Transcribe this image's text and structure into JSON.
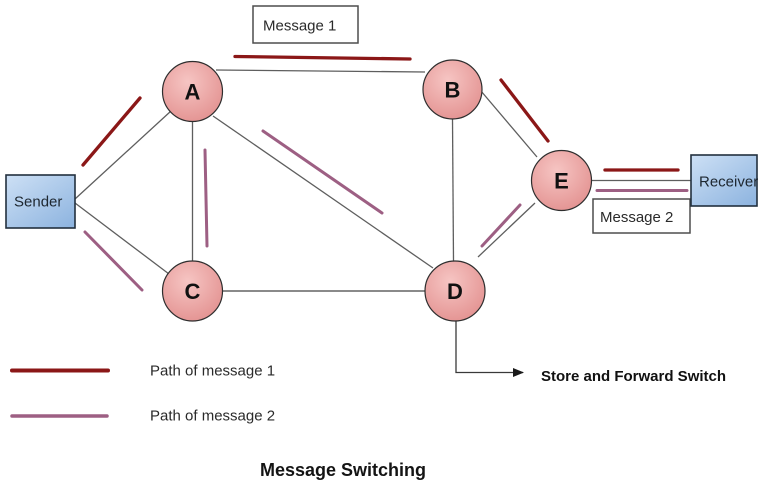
{
  "diagram": {
    "title": "Message Switching",
    "sender": {
      "label": "Sender"
    },
    "receiver": {
      "label": "Receiver"
    },
    "message_labels": {
      "message1": "Message 1",
      "message2": "Message 2"
    },
    "nodes": [
      {
        "id": "A",
        "label": "A"
      },
      {
        "id": "B",
        "label": "B"
      },
      {
        "id": "C",
        "label": "C"
      },
      {
        "id": "D",
        "label": "D"
      },
      {
        "id": "E",
        "label": "E"
      }
    ],
    "edges": [
      {
        "from": "Sender",
        "to": "A"
      },
      {
        "from": "Sender",
        "to": "C"
      },
      {
        "from": "A",
        "to": "B"
      },
      {
        "from": "A",
        "to": "C"
      },
      {
        "from": "A",
        "to": "D"
      },
      {
        "from": "B",
        "to": "D"
      },
      {
        "from": "B",
        "to": "E"
      },
      {
        "from": "C",
        "to": "D"
      },
      {
        "from": "D",
        "to": "E"
      },
      {
        "from": "E",
        "to": "Receiver"
      }
    ],
    "paths": {
      "message1": {
        "route": [
          "Sender",
          "A",
          "B",
          "E",
          "Receiver"
        ],
        "color": "#8b1717"
      },
      "message2": {
        "route": [
          "Sender",
          "C",
          "A",
          "D",
          "E",
          "Receiver"
        ],
        "color": "#9d5f83"
      }
    },
    "legend": [
      {
        "label": "Path of message 1",
        "color": "#8b1717"
      },
      {
        "label": "Path of message 2",
        "color": "#9d5f83"
      }
    ],
    "annotation": {
      "label": "Store and Forward Switch"
    },
    "colors": {
      "message1_path": "#8b1717",
      "message2_path": "#9d5f83",
      "node_fill_light": "#f6c5c3",
      "node_fill_dark": "#e28f8e",
      "box_fill_light": "#cde0f5",
      "box_fill_dark": "#8fb5e0",
      "edge": "#5e5e5e",
      "background": "#ffffff"
    }
  }
}
